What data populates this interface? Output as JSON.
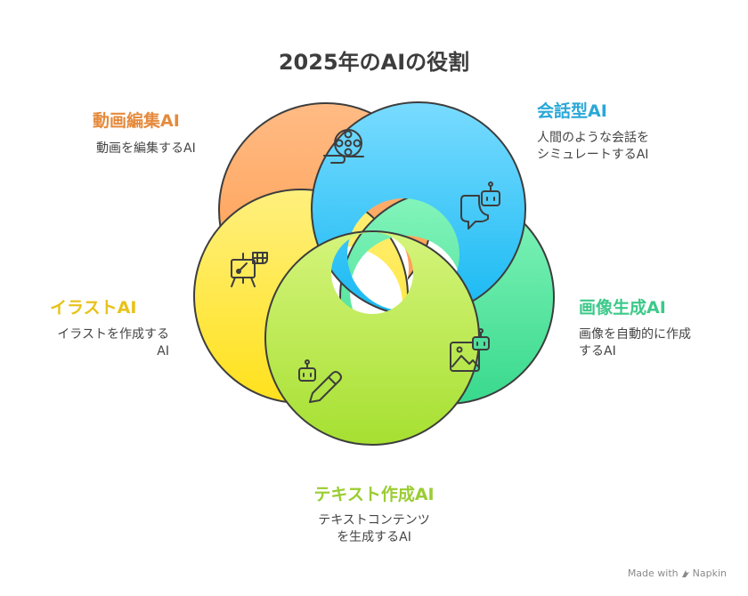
{
  "title": "2025年のAIの役割",
  "colors": {
    "video": "#e58a3c",
    "chat": "#2aa7d8",
    "image": "#3cc98a",
    "illustration": "#e8c21b",
    "text": "#9acd32"
  },
  "items": [
    {
      "heading": "動画編集AI",
      "desc": "動画を編集するAI",
      "icon": "film-reel-icon"
    },
    {
      "heading": "会話型AI",
      "desc_lines": [
        "人間のような会話を",
        "シミュレートするAI"
      ],
      "icon": "chatbot-icon"
    },
    {
      "heading": "画像生成AI",
      "desc_lines": [
        "画像を自動的に作成",
        "するAI"
      ],
      "icon": "image-robot-icon"
    },
    {
      "heading": "イラストAI",
      "desc_lines": [
        "イラストを作成する",
        "AI"
      ],
      "icon": "easel-icon"
    },
    {
      "heading": "テキスト作成AI",
      "desc_lines": [
        "テキストコンテンツ",
        "を生成するAI"
      ],
      "icon": "robot-pen-icon"
    }
  ],
  "watermark": {
    "prefix": "Made with",
    "brand": "Napkin"
  }
}
